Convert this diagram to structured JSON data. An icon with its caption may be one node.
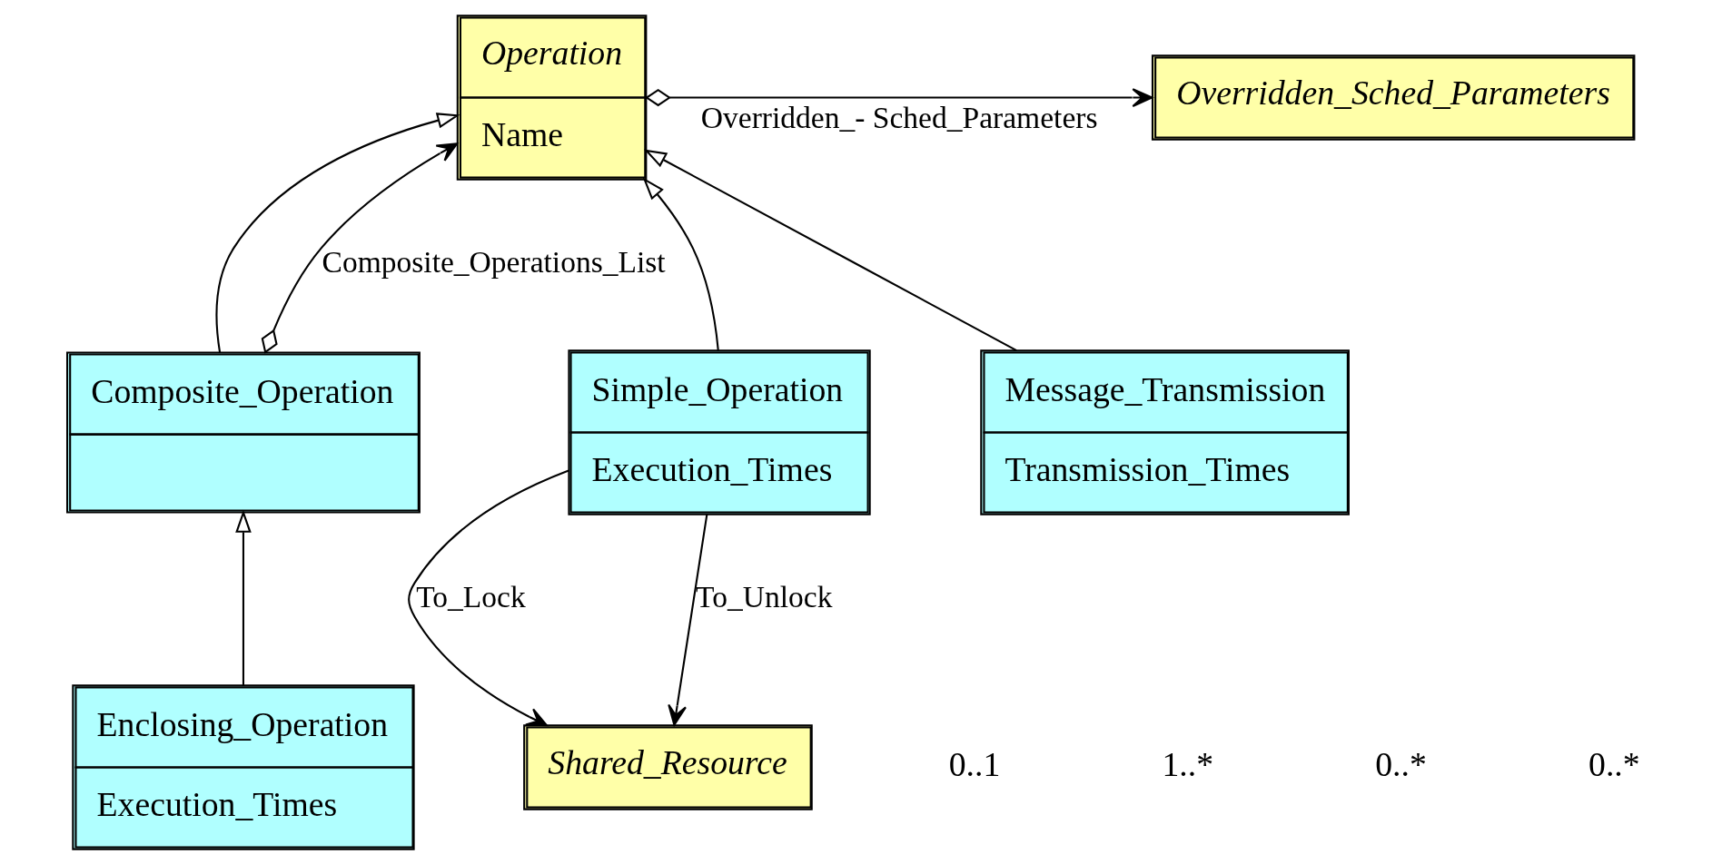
{
  "diagram": {
    "nodes": [
      {
        "text": [
          "Operation",
          "Name"
        ]
      },
      {
        "text": [
          "Overridden_Sched_Parameters"
        ]
      },
      {
        "text": [
          "Composite_Operation"
        ]
      },
      {
        "text": [
          "Simple_Operation",
          "Execution_Times"
        ]
      },
      {
        "text": [
          "Enclosing_Operation",
          "Execution_Times"
        ]
      },
      {
        "text": [
          "Message_Transmission",
          "Transmission_Times"
        ]
      },
      {
        "text": [
          "Shared_Resource"
        ]
      }
    ],
    "edges": [
      {
        "from": 0,
        "to": 1,
        "arrow": "to",
        "label": "Overridden_- Sched_Parameters"
      },
      {
        "from": 3,
        "to": 0,
        "arrow": "to"
      },
      {
        "from": 5,
        "to": 0,
        "arrow": "to"
      },
      {
        "from": 2,
        "to": 0,
        "arrow": "to"
      },
      {
        "from": 2,
        "to": 0,
        "arrow": "to",
        "label": "Composite_Operations_List"
      },
      {
        "from": 4,
        "to": 2,
        "arrow": "to"
      },
      {
        "from": 3,
        "to": 6,
        "arrow": "to",
        "label": "To_Lock"
      },
      {
        "from": 3,
        "to": 6,
        "arrow": "to",
        "label": "To_Unlock"
      }
    ],
    "labels": [
      "0..1",
      "1..*",
      "0..*",
      "0..*"
    ]
  }
}
